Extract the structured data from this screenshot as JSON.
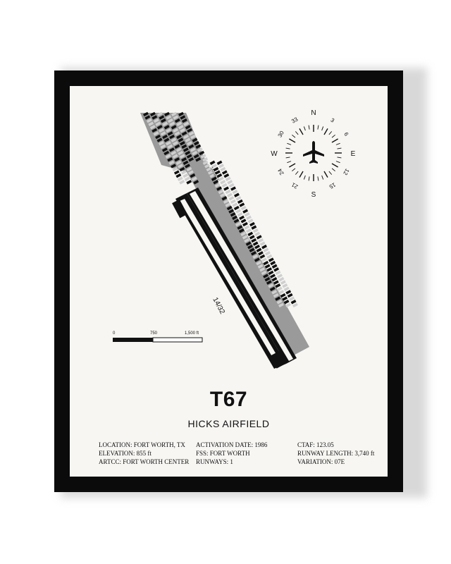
{
  "poster": {
    "code": "T67",
    "name": "HICKS AIRFIELD",
    "info": {
      "col1": [
        "LOCATION: FORT WORTH, TX",
        "ELEVATION: 855 ft",
        "ARTCC: FORT WORTH CENTER"
      ],
      "col2": [
        "ACTIVATION DATE: 1986",
        "FSS: FORT WORTH",
        "RUNWAYS: 1"
      ],
      "col3": [
        "CTAF: 123.05",
        "RUNWAY LENGTH: 3,740 ft",
        "VARIATION: 07E"
      ]
    }
  },
  "map": {
    "runway_label": "14/32",
    "taxiway_label": "TAXIWAY",
    "scale": {
      "labels": [
        "0",
        "750",
        "1,500 ft"
      ]
    }
  },
  "compass": {
    "cardinals": {
      "n": "N",
      "e": "E",
      "s": "S",
      "w": "W"
    },
    "degrees": [
      "3",
      "6",
      "12",
      "15",
      "21",
      "24",
      "30",
      "33"
    ],
    "icon": "airplane-icon"
  },
  "colors": {
    "frame": "#0b0b0b",
    "mat": "#f7f6f3",
    "ink": "#111111",
    "hangar_gray": "#9a9a9a"
  }
}
